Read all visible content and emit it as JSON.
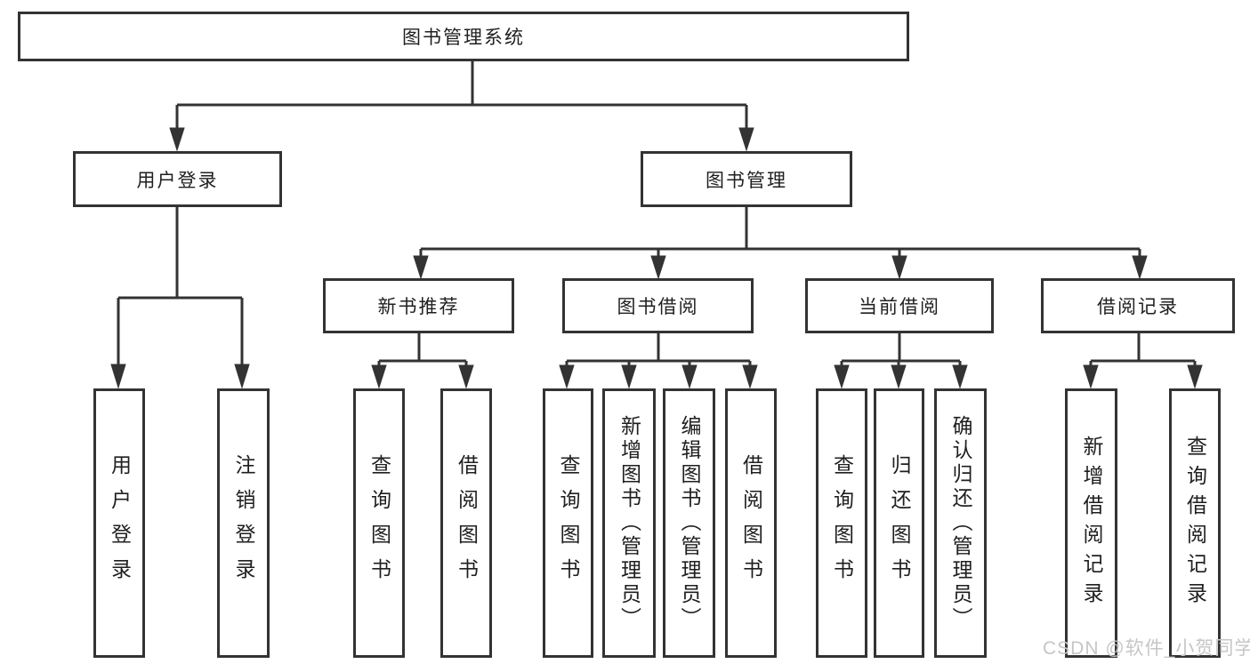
{
  "tree": {
    "root": {
      "label": "图书管理系统"
    },
    "branches": [
      {
        "label": "用户登录",
        "children": [
          {
            "label": "用户登录"
          },
          {
            "label": "注销登录"
          }
        ]
      },
      {
        "label": "图书管理",
        "children": [
          {
            "label": "新书推荐",
            "children": [
              {
                "label": "查询图书"
              },
              {
                "label": "借阅图书"
              }
            ]
          },
          {
            "label": "图书借阅",
            "children": [
              {
                "label": "查询图书"
              },
              {
                "label": "新增图书（管理员）"
              },
              {
                "label": "编辑图书（管理员）"
              },
              {
                "label": "借阅图书"
              }
            ]
          },
          {
            "label": "当前借阅",
            "children": [
              {
                "label": "查询图书"
              },
              {
                "label": "归还图书"
              },
              {
                "label": "确认归还（管理员）"
              }
            ]
          },
          {
            "label": "借阅记录",
            "children": [
              {
                "label": "新增借阅记录"
              },
              {
                "label": "查询借阅记录"
              }
            ]
          }
        ]
      }
    ]
  },
  "watermark": {
    "text": "CSDN @软件_小贺同学"
  },
  "colors": {
    "line": "#333333",
    "box_border": "#333333",
    "background": "#ffffff",
    "watermark": "#c6c6c6"
  }
}
